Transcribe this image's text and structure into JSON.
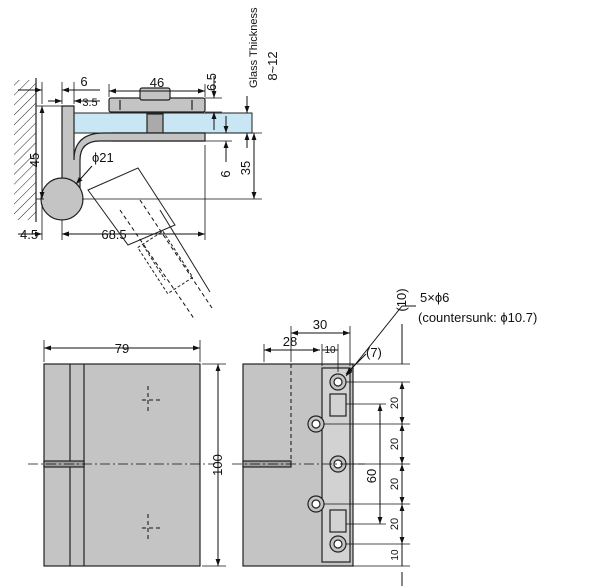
{
  "colors": {
    "metal": "#c4c4c4",
    "metal_dark": "#9e9e9e",
    "glass": "#c8e6f3",
    "line": "#111111"
  },
  "top_view": {
    "dim_6_top": "6",
    "dim_3_5": "3.5",
    "dim_46": "46",
    "dim_6_5": "6.5",
    "glass_label": "Glass Thickness",
    "glass_range": "8~12",
    "dim_45": "45",
    "dim_phi21": "ϕ21",
    "dim_6_right": "6",
    "dim_35": "35",
    "dim_4_5": "4.5",
    "dim_68_5": "68.5"
  },
  "front_view": {
    "dim_79": "79",
    "dim_100": "100"
  },
  "side_view": {
    "dim_30": "30",
    "dim_28": "28",
    "dim_10_top": "10",
    "dim_7": "(7)",
    "dim_10_paren": "(10)",
    "holes_note": "5×ϕ6",
    "countersunk_note": "(countersunk: ϕ10.7)",
    "dim_20_a": "20",
    "dim_20_b": "20",
    "dim_20_c": "20",
    "dim_20_d": "20",
    "dim_10_bottom": "10",
    "dim_60": "60"
  }
}
